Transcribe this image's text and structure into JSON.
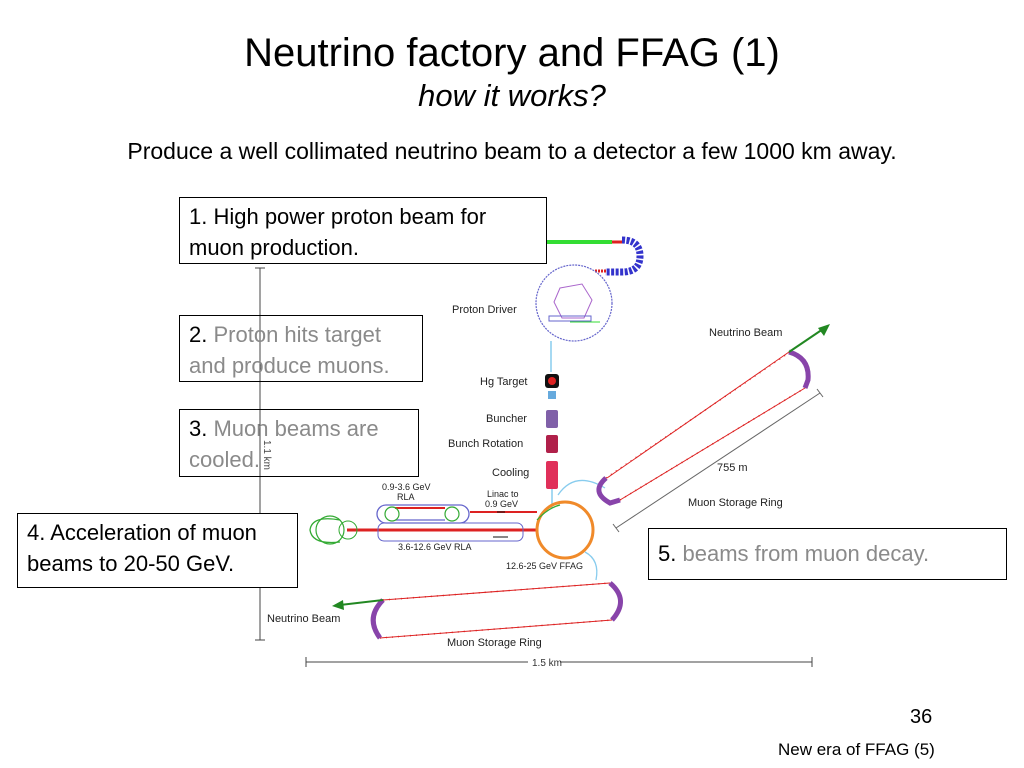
{
  "slide": {
    "title": "Neutrino factory and FFAG (1)",
    "subtitle": "how it works?",
    "intro": "Produce a well collimated neutrino beam to a detector a few 1000 km away.",
    "page_number": "36",
    "footer": "New era of FFAG (5)"
  },
  "callouts": [
    {
      "num": "1.",
      "text": "High power proton beam for muon production.",
      "line1": "1. High power proton beam for",
      "line2": "muon production."
    },
    {
      "num": "2.",
      "line1": "Proton hits target",
      "line2": "and produce muons."
    },
    {
      "num": "3.",
      "line1": "Muon beams are",
      "line2": "cooled."
    },
    {
      "num": "4.",
      "line1": "4. Acceleration of muon",
      "line2": "beams to 20-50 GeV."
    },
    {
      "num": "5.",
      "line1": "beams from muon decay."
    }
  ],
  "diagram": {
    "labels": {
      "proton_driver": "Proton Driver",
      "hg_target": "Hg Target",
      "buncher": "Buncher",
      "bunch_rotation": "Bunch Rotation",
      "cooling": "Cooling",
      "rla1": "0.9-3.6 GeV",
      "rla1b": "RLA",
      "linac": "Linac to",
      "linac_b": "0.9 GeV",
      "rla2": "3.6-12.6 GeV RLA",
      "ffag": "12.6-25 GeV FFAG",
      "neutrino_beam_top": "Neutrino Beam",
      "storage_ring_top": "Muon Storage Ring",
      "length_755": "755 m",
      "neutrino_beam_bottom": "Neutrino Beam",
      "storage_ring_bottom": "Muon Storage Ring",
      "scale_15km": "1.5 km",
      "scale_vertical": "1.1 km"
    },
    "colors": {
      "proton_beam": "#33dd33",
      "blue_magnets": "#3333cc",
      "purple_ring": "#8844aa",
      "red_line": "#dd2222",
      "ffag_ring": "#f08a2a",
      "arrow_green": "#228822",
      "ring_blue": "#6666cc",
      "buncher": "#8060a8",
      "bunch_rotation": "#b0204a",
      "cooling": "#e0305a"
    }
  }
}
